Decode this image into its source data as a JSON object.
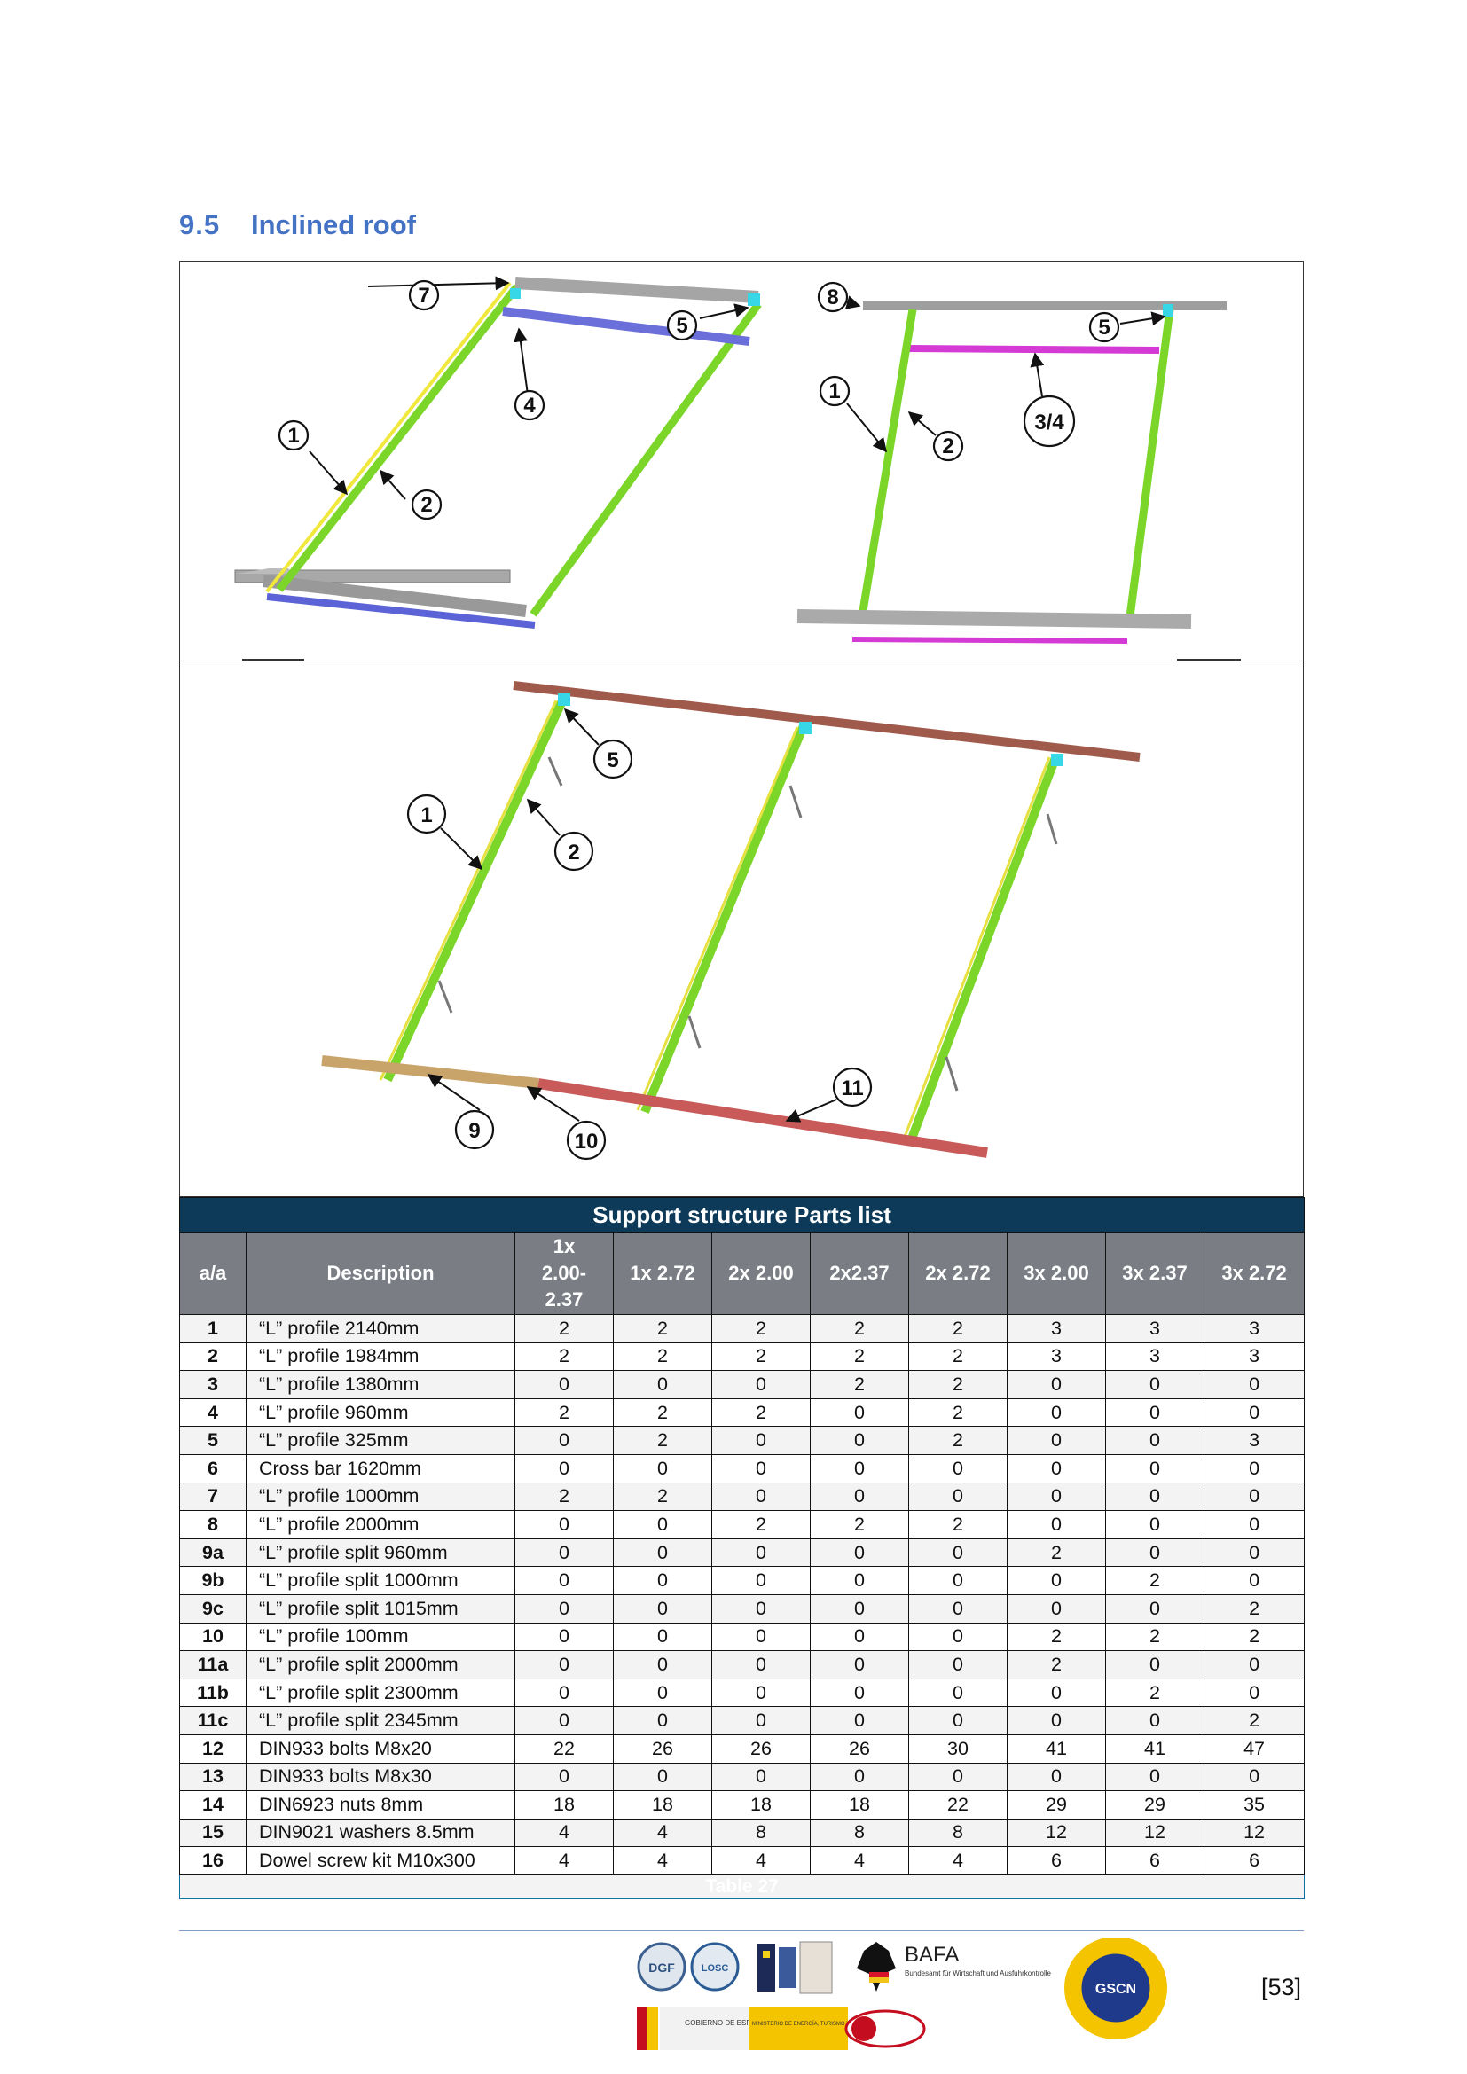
{
  "section": {
    "number": "9.5",
    "title": "Inclined roof"
  },
  "figure_top": {
    "callouts": [
      "7",
      "5",
      "4",
      "1",
      "2",
      "8",
      "5",
      "1",
      "2",
      "3/4"
    ]
  },
  "figure_bottom": {
    "callouts": [
      "5",
      "1",
      "2",
      "9",
      "10",
      "11"
    ]
  },
  "table": {
    "title": "Support structure Parts list",
    "columns": [
      "a/a",
      "Description",
      "1x 2.00- 2.37",
      "1x 2.72",
      "2x 2.00",
      "2x2.37",
      "2x 2.72",
      "3x 2.00",
      "3x 2.37",
      "3x 2.72"
    ],
    "column_1x_lines": [
      "1x",
      "2.00-",
      "2.37"
    ],
    "rows": [
      {
        "id": "1",
        "desc": "“L” profile 2140mm",
        "values": [
          "2",
          "2",
          "2",
          "2",
          "2",
          "3",
          "3",
          "3"
        ]
      },
      {
        "id": "2",
        "desc": "“L” profile 1984mm",
        "values": [
          "2",
          "2",
          "2",
          "2",
          "2",
          "3",
          "3",
          "3"
        ]
      },
      {
        "id": "3",
        "desc": "“L” profile 1380mm",
        "values": [
          "0",
          "0",
          "0",
          "2",
          "2",
          "0",
          "0",
          "0"
        ]
      },
      {
        "id": "4",
        "desc": "“L” profile 960mm",
        "values": [
          "2",
          "2",
          "2",
          "0",
          "2",
          "0",
          "0",
          "0"
        ]
      },
      {
        "id": "5",
        "desc": "“L” profile 325mm",
        "values": [
          "0",
          "2",
          "0",
          "0",
          "2",
          "0",
          "0",
          "3"
        ]
      },
      {
        "id": "6",
        "desc": "Cross bar 1620mm",
        "values": [
          "0",
          "0",
          "0",
          "0",
          "0",
          "0",
          "0",
          "0"
        ]
      },
      {
        "id": "7",
        "desc": "“L” profile 1000mm",
        "values": [
          "2",
          "2",
          "0",
          "0",
          "0",
          "0",
          "0",
          "0"
        ]
      },
      {
        "id": "8",
        "desc": "“L” profile 2000mm",
        "values": [
          "0",
          "0",
          "2",
          "2",
          "2",
          "0",
          "0",
          "0"
        ]
      },
      {
        "id": "9a",
        "desc": "“L” profile split 960mm",
        "values": [
          "0",
          "0",
          "0",
          "0",
          "0",
          "2",
          "0",
          "0"
        ]
      },
      {
        "id": "9b",
        "desc": "“L” profile split 1000mm",
        "values": [
          "0",
          "0",
          "0",
          "0",
          "0",
          "0",
          "2",
          "0"
        ]
      },
      {
        "id": "9c",
        "desc": "“L” profile split 1015mm",
        "values": [
          "0",
          "0",
          "0",
          "0",
          "0",
          "0",
          "0",
          "2"
        ]
      },
      {
        "id": "10",
        "desc": "“L” profile 100mm",
        "values": [
          "0",
          "0",
          "0",
          "0",
          "0",
          "2",
          "2",
          "2"
        ]
      },
      {
        "id": "11a",
        "desc": "“L” profile split 2000mm",
        "values": [
          "0",
          "0",
          "0",
          "0",
          "0",
          "2",
          "0",
          "0"
        ]
      },
      {
        "id": "11b",
        "desc": "“L” profile split 2300mm",
        "values": [
          "0",
          "0",
          "0",
          "0",
          "0",
          "0",
          "2",
          "0"
        ]
      },
      {
        "id": "11c",
        "desc": "“L” profile split 2345mm",
        "values": [
          "0",
          "0",
          "0",
          "0",
          "0",
          "0",
          "0",
          "2"
        ]
      },
      {
        "id": "12",
        "desc": "DIN933 bolts M8x20",
        "values": [
          "22",
          "26",
          "26",
          "26",
          "30",
          "41",
          "41",
          "47"
        ]
      },
      {
        "id": "13",
        "desc": "DIN933 bolts M8x30",
        "values": [
          "0",
          "0",
          "0",
          "0",
          "0",
          "0",
          "0",
          "0"
        ]
      },
      {
        "id": "14",
        "desc": "DIN6923 nuts 8mm",
        "values": [
          "18",
          "18",
          "18",
          "18",
          "22",
          "29",
          "29",
          "35"
        ]
      },
      {
        "id": "15",
        "desc": "DIN9021 washers 8.5mm",
        "values": [
          "4",
          "4",
          "8",
          "8",
          "8",
          "12",
          "12",
          "12"
        ]
      },
      {
        "id": "16",
        "desc": "Dowel screw kit M10x300",
        "values": [
          "4",
          "4",
          "4",
          "4",
          "4",
          "6",
          "6",
          "6"
        ]
      }
    ],
    "caption": "Table 27"
  },
  "footer": {
    "page_number": "[53]",
    "logos": {
      "bafa_name": "BAFA",
      "bafa_subtitle": "Bundesamt für Wirtschaft und Ausfuhrkontrolle",
      "gobierno": "GOBIERNO DE ESPAÑA",
      "ministerio": "MINISTERIO DE ENERGÍA, TURISMO Y AGENDA DIGITAL",
      "gscn": "GSCN"
    }
  },
  "colors": {
    "heading": "#4472c4",
    "table_title_bg": "#0e3a5a",
    "table_header_bg": "#7a7e84",
    "caption_bg": "#0f6f9e"
  }
}
